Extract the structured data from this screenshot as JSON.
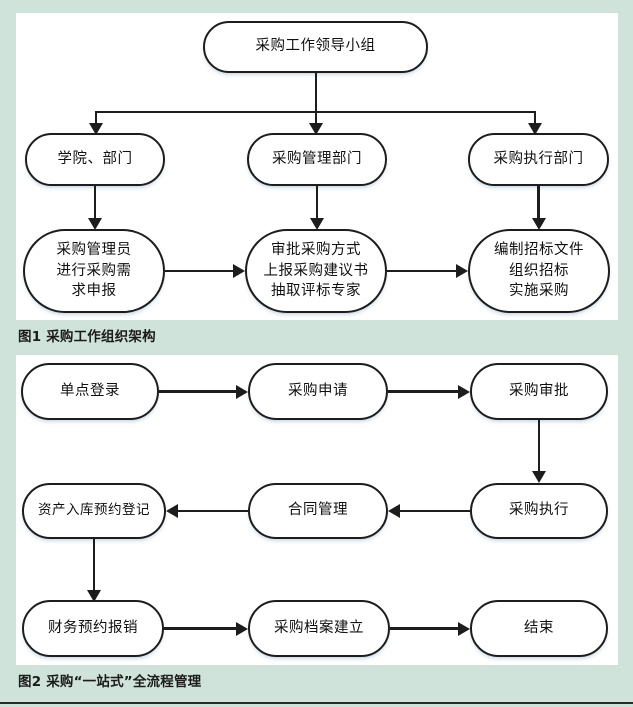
{
  "page": {
    "background_color": "#cfe3da",
    "panel_color": "#ffffff",
    "stroke_color": "#1d1d1d"
  },
  "figure1": {
    "caption": "图1  采购工作组织架构",
    "nodes": {
      "leader_group": "采购工作领导小组",
      "college_dept": "学院、部门",
      "procurement_mgmt_dept": "采购管理部门",
      "procurement_exec_dept": "采购执行部门",
      "admin_declare": "采购管理员\n进行采购需\n求申报",
      "approve_method": "审批采购方式\n上报采购建议书\n抽取评标专家",
      "prepare_tender": "编制招标文件\n组织招标\n实施采购"
    }
  },
  "figure2": {
    "caption": "图2  采购“一站式”全流程管理",
    "nodes": {
      "single_sign_on": "单点登录",
      "purchase_request": "采购申请",
      "purchase_approval": "采购审批",
      "purchase_execution": "采购执行",
      "contract_management": "合同管理",
      "asset_inbound_registration": "资产入库预约登记",
      "finance_reimbursement": "财务预约报销",
      "archive_creation": "采购档案建立",
      "end": "结束"
    }
  }
}
